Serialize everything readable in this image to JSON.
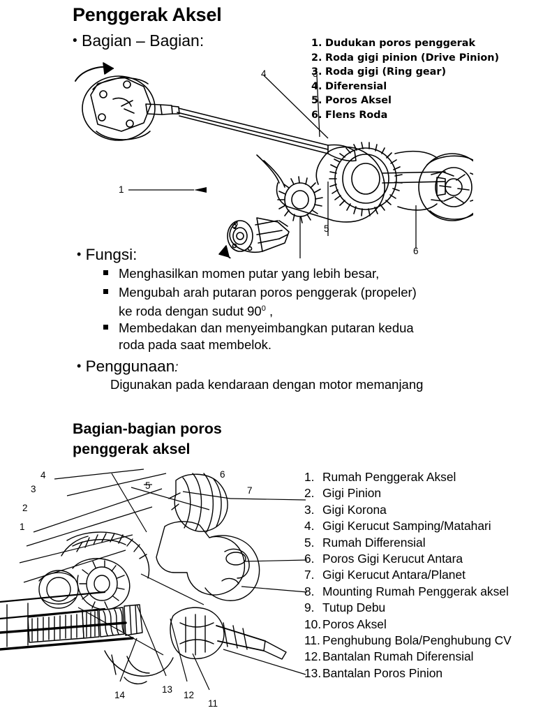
{
  "slide_one": {
    "title": "Penggerak Aksel",
    "bullet_bagian": "Bagian – Bagian:",
    "parts_list": [
      {
        "num": "1.",
        "text": "Dudukan poros penggerak"
      },
      {
        "num": "2.",
        "text": "Roda gigi pinion (Drive Pinion)"
      },
      {
        "num": "3.",
        "text": "Roda gigi (Ring gear)"
      },
      {
        "num": "4.",
        "text": "Diferensial"
      },
      {
        "num": "5.",
        "text": "Poros Aksel"
      },
      {
        "num": "6.",
        "text": "Flens Roda"
      }
    ],
    "fungsi_heading": "Fungsi:",
    "fungsi_items": [
      "Menghasilkan momen putar yang lebih besar,",
      "Mengubah arah putaran poros penggerak (propeler)",
      "ke roda  dengan sudut 90",
      "Membedakan dan menyeimbangkan putaran kedua",
      "roda pada saat  membelok."
    ],
    "fungsi_degree_sup": "0",
    "fungsi_degree_tail": " ,",
    "penggunaan_heading": "Penggunaan",
    "penggunaan_colon": ":",
    "penggunaan_body": "Digunakan pada kendaraan dengan motor memanjang",
    "diagram_callouts": [
      "1",
      "2",
      "3",
      "4",
      "5",
      "6"
    ]
  },
  "slide_two": {
    "title_line1": "Bagian-bagian poros",
    "title_line2": "penggerak aksel",
    "parts_list": [
      {
        "num": "1.",
        "text": "Rumah Penggerak Aksel"
      },
      {
        "num": "2.",
        "text": "Gigi Pinion"
      },
      {
        "num": "3.",
        "text": "Gigi Korona"
      },
      {
        "num": "4.",
        "text": "Gigi Kerucut Samping/Matahari"
      },
      {
        "num": "5.",
        "text": "Rumah Differensial"
      },
      {
        "num": "6.",
        "text": "Poros Gigi Kerucut Antara"
      },
      {
        "num": "7.",
        "text": "Gigi Kerucut Antara/Planet"
      },
      {
        "num": "8.",
        "text": "Mounting Rumah Penggerak aksel"
      },
      {
        "num": "9.",
        "text": "Tutup Debu"
      },
      {
        "num": "10.",
        "text": "Poros Aksel"
      },
      {
        "num": "11.",
        "text": "Penghubung Bola/Penghubung CV"
      },
      {
        "num": "12.",
        "text": "Bantalan Rumah Diferensial"
      },
      {
        "num": "13.",
        "text": "Bantalan Poros Pinion"
      }
    ],
    "diagram_callouts": [
      "1",
      "2",
      "3",
      "4",
      "5",
      "6",
      "7",
      "11",
      "12",
      "13",
      "14"
    ]
  },
  "colors": {
    "ink": "#000000",
    "page": "#ffffff"
  }
}
